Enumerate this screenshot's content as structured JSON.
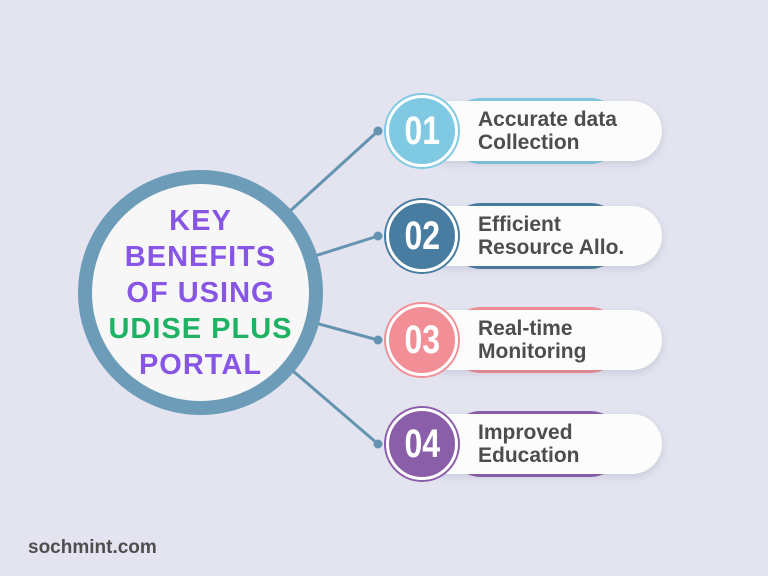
{
  "page": {
    "bg": "#E3E4F0",
    "brand": "sochmint.com"
  },
  "center": {
    "ring_color": "#6C9CB8",
    "fill": "#F7F7F8",
    "title_lines": [
      {
        "text": "KEY",
        "color": "#8756E4"
      },
      {
        "text": "BENEFITS",
        "color": "#8756E4"
      },
      {
        "text": "OF USING",
        "color": "#8756E4"
      },
      {
        "text": "UDISE PLUS",
        "color": "#1EB264"
      },
      {
        "text": "PORTAL",
        "color": "#8756E4"
      }
    ]
  },
  "connector": {
    "color": "#6494B0"
  },
  "items": [
    {
      "number": "01",
      "color": "#80C9E2",
      "label_line1": "Accurate data",
      "label_line2": "Collection"
    },
    {
      "number": "02",
      "color": "#497CA1",
      "label_line1": "Efficient",
      "label_line2": "Resource Allo."
    },
    {
      "number": "03",
      "color": "#F18E96",
      "label_line1": "Real-time",
      "label_line2": "Monitoring"
    },
    {
      "number": "04",
      "color": "#8B5EA9",
      "label_line1": "Improved",
      "label_line2": "Education"
    }
  ]
}
